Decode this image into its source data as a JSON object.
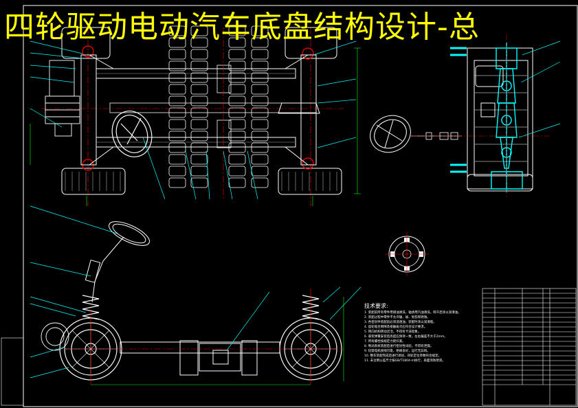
{
  "title": "四轮驱动电动汽车底盘结构设计-总",
  "notes": {
    "heading": "技术要求:",
    "lines": [
      "1. 装配前所有零件用煤油清洗，轴承用汽油清洗，晾干后涂以润滑油。",
      "2. 装配过程中零件不允许磕、碰、划伤和锈蚀。",
      "3. 各密封件装配前必须浸透油，装配时涂以润滑脂。",
      "4. 齿轮啮合侧隙及接触斑点应符合设计要求。",
      "5. 转向机构转动灵活，不得有卡滞现象。",
      "6. 悬架弹簧安装后高度应保持一致，左右偏差不大于2mm。",
      "7. 所有螺栓按规定力矩拧紧。",
      "8. 制动系统装配后进行密封性试验，不得有泄漏。",
      "9. 轮毂电机接线可靠，绝缘良好，运行无异响。",
      "10. 整车装配完成后进行调试，四轮定位参数符合规定。",
      "11. 未注明公差尺寸按GB/T1804-m执行，表面涂防锈漆。"
    ]
  },
  "colors": {
    "background": "#000000",
    "title": "#ffff00",
    "line": "#ffffff",
    "leader": "#00ffff",
    "red": "#ff0000",
    "green": "#00ff00",
    "cyan_part": "#00ffff"
  }
}
